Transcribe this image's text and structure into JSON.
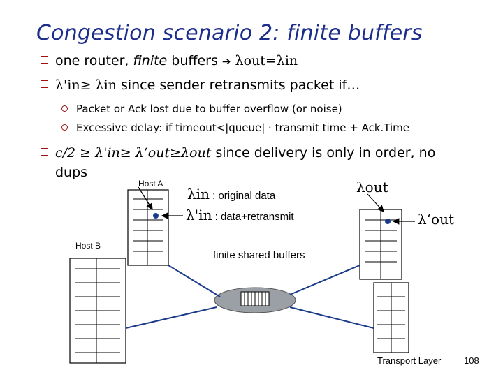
{
  "title": "Congestion scenario 2: finite buffers",
  "bullets": [
    {
      "text": "one router, ",
      "emph": "finite",
      "rest": " buffers ",
      "arrow": "➔",
      "formula": "λout=λin"
    },
    {
      "formula": "λ'in≥ λin",
      "rest": " since sender retransmits packet if…"
    },
    {
      "sub": [
        "Packet or Ack lost due to buffer overflow (or noise)",
        "Excessive delay: if timeout<|queue| · transmit time + Ack.Time"
      ]
    },
    {
      "formula": "c/2 ≥ λ'in≥ λ‘out≥λout",
      "rest": " since delivery is only in order, no",
      "rest2": "dups"
    }
  ],
  "diagram": {
    "host_a": "Host A",
    "host_b": "Host B",
    "lambda_in": "λin",
    "lambda_in_desc": " : original data",
    "lambda_in_prime": "λ'in",
    "lambda_in_prime_desc": " : data+retransmit",
    "lambda_out": "λout",
    "lambda_out_prime": "λ‘out",
    "router_label": "finite shared buffers"
  },
  "footer": {
    "course": "Transport Layer",
    "page": "108"
  },
  "colors": {
    "title": "#1d2d8c",
    "bullet": "#a01010",
    "link": "#1a3a8a"
  }
}
